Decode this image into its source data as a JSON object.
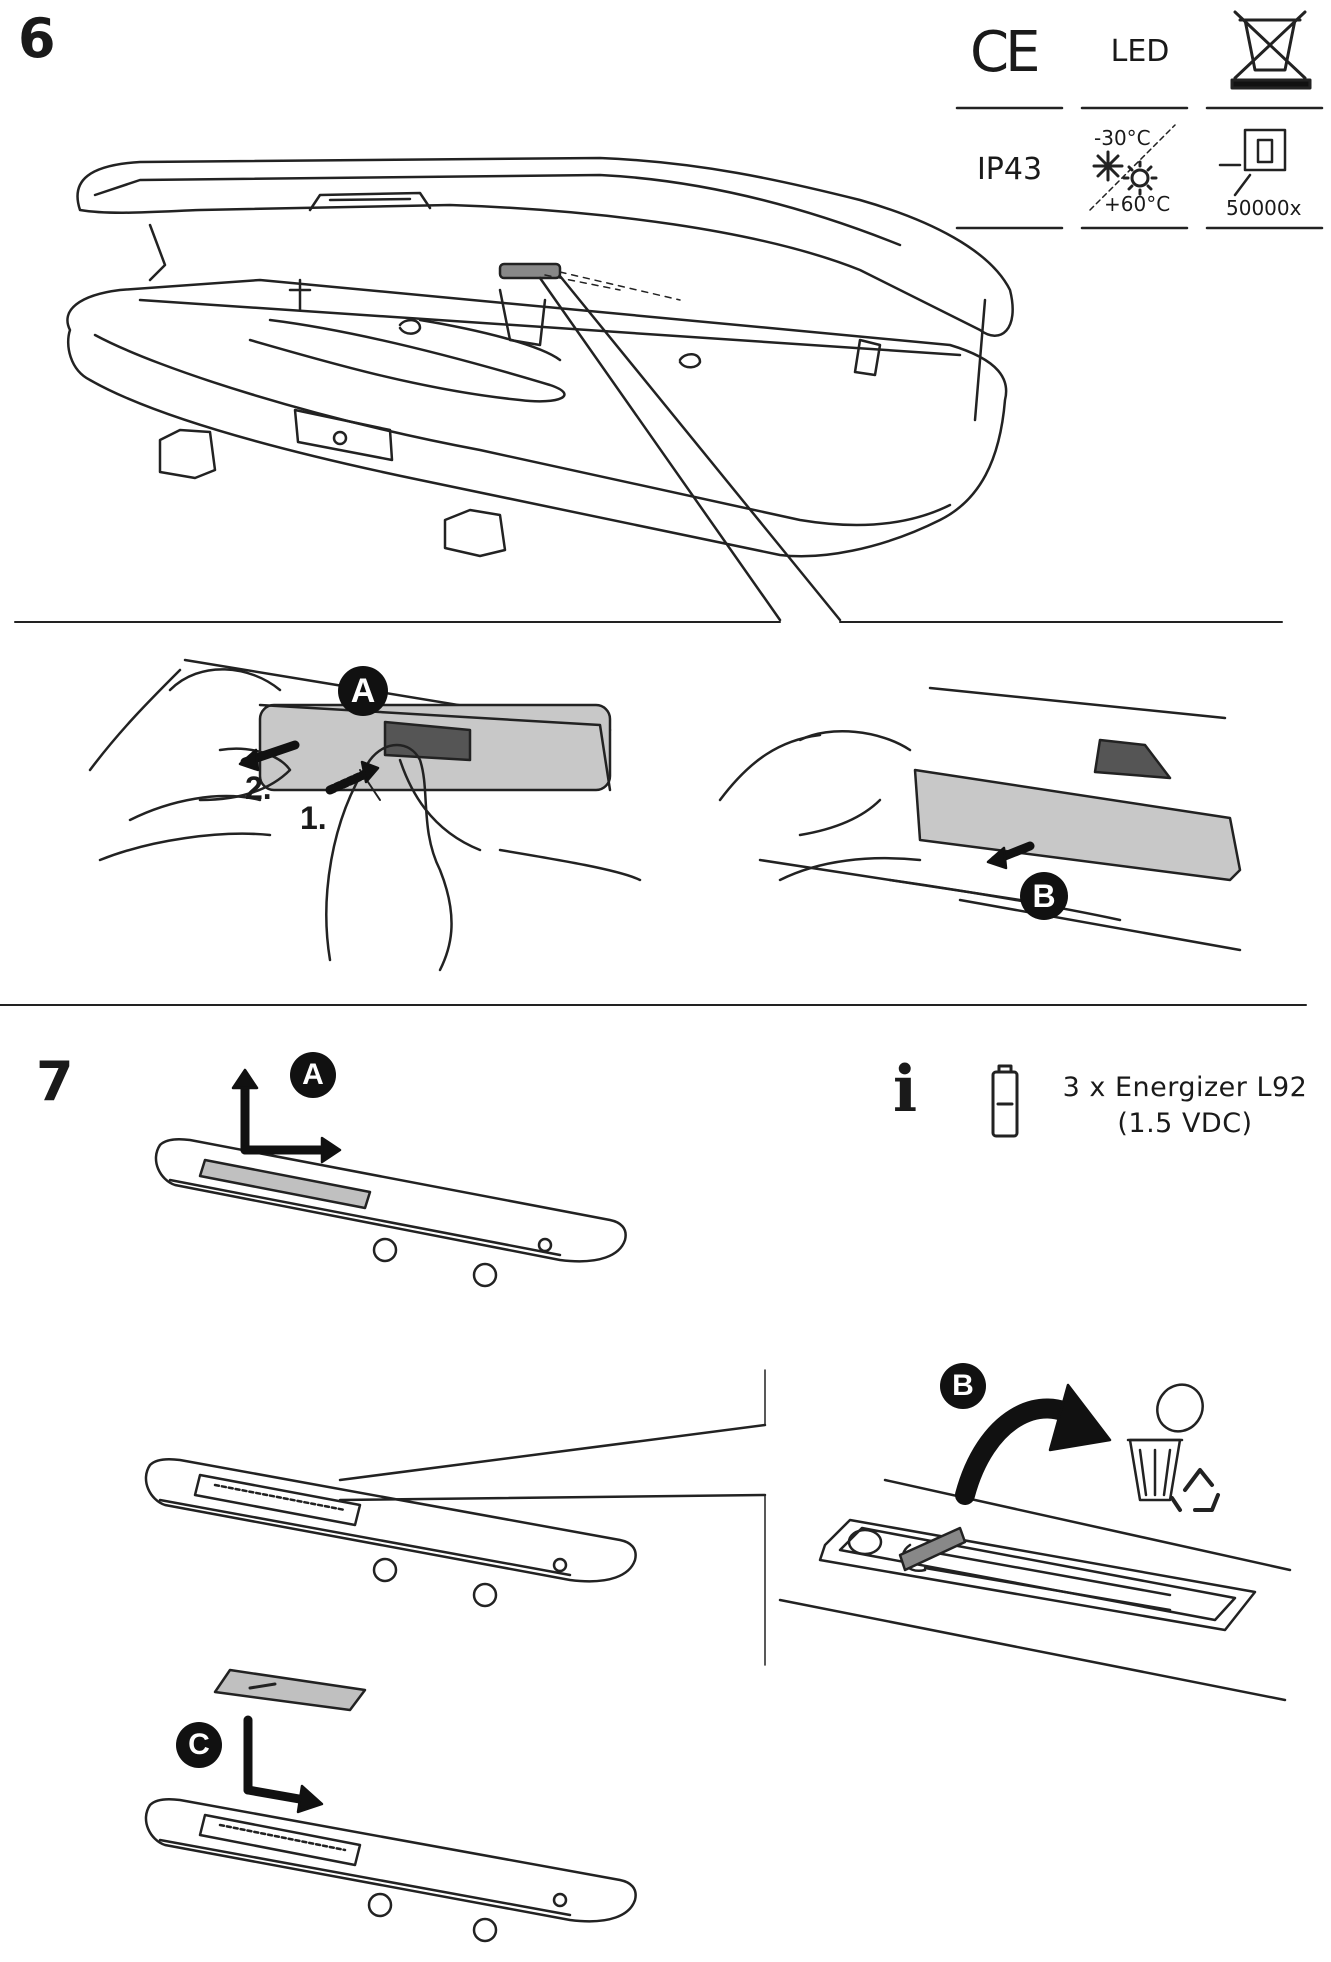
{
  "step6": {
    "number": "6",
    "symbols": {
      "ce": "CE",
      "led": "LED",
      "ip": "IP43",
      "temp_low": "-30°C",
      "temp_high": "+60°C",
      "cycles": "50000x"
    },
    "callouts": {
      "a": "A",
      "b": "B",
      "step1": "1.",
      "step2": "2."
    }
  },
  "step7": {
    "number": "7",
    "info_glyph": "i",
    "battery_line1": "3 x Energizer L92",
    "battery_line2": "(1.5 VDC)",
    "callouts": {
      "a": "A",
      "b": "B",
      "c": "C"
    }
  },
  "icons": [
    "ce-mark-icon",
    "weee-bin-icon",
    "snowflake-icon",
    "sun-icon",
    "switch-press-icon",
    "info-icon",
    "battery-icon",
    "trash-can-icon",
    "recycle-icon"
  ]
}
